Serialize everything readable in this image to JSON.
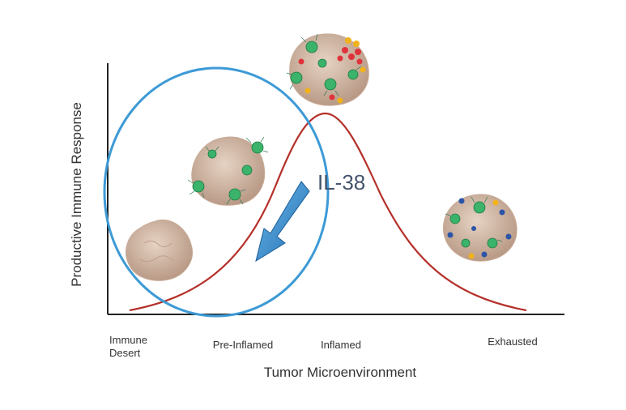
{
  "diagram": {
    "y_axis_label": "Productive Immune Response",
    "x_axis_label": "Tumor Microenvironment",
    "stages": {
      "immune_desert_line1": "Immune",
      "immune_desert_line2": "Desert",
      "pre_inflamed": "Pre-Inflamed",
      "inflamed": "Inflamed",
      "exhausted": "Exhausted"
    },
    "annotation": "IL-38"
  },
  "colors": {
    "curve": "#b5302a",
    "circle": "#3d9ad6",
    "arrow": "#3a8fd0",
    "axis": "#222222",
    "text": "#333333",
    "tumor_cell": "#d3b8a6",
    "t_cell": "#3bb36a",
    "red_marker": "#e0323a",
    "yellow_marker": "#f2b21a",
    "blue_marker": "#2a55a8"
  }
}
